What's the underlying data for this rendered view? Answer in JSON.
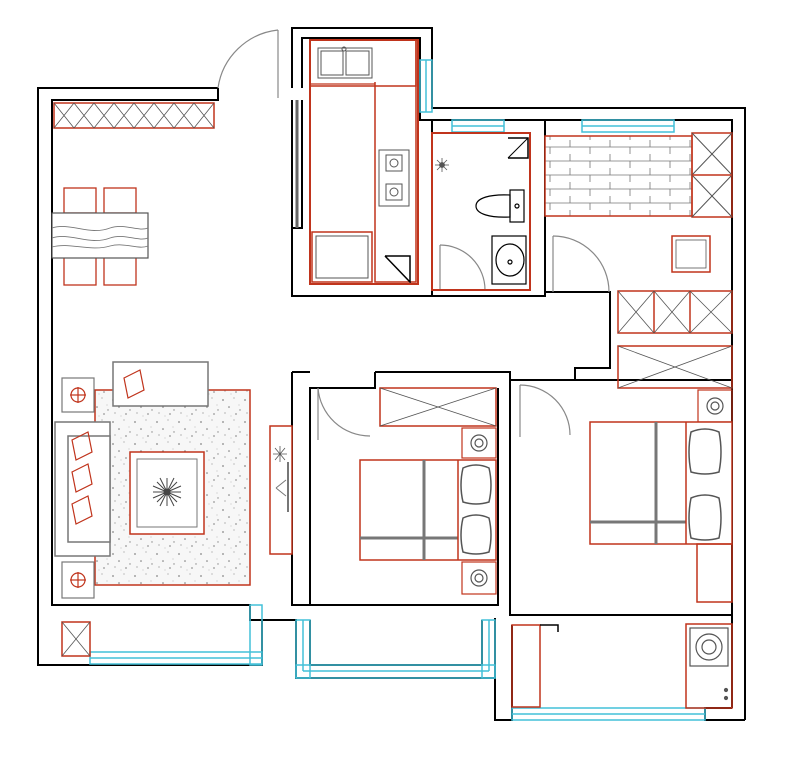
{
  "colors": {
    "wall": "#000000",
    "furniture": "#c0341c",
    "window": "#42c0d8",
    "fixture": "#555555",
    "rug": "#777777",
    "background": "#ffffff"
  },
  "rooms": [
    {
      "id": "living-dining",
      "name": ""
    },
    {
      "id": "kitchen",
      "name": ""
    },
    {
      "id": "bathroom",
      "name": ""
    },
    {
      "id": "study",
      "name": ""
    },
    {
      "id": "bedroom-secondary",
      "name": ""
    },
    {
      "id": "bedroom-master",
      "name": ""
    },
    {
      "id": "balcony-south",
      "name": ""
    },
    {
      "id": "balcony-laundry",
      "name": ""
    }
  ],
  "icons": [
    "door-swing-icon",
    "sink-icon",
    "stove-icon",
    "toilet-icon",
    "washbasin-icon",
    "shower-icon",
    "bed-icon",
    "pillow-icon",
    "lamp-icon",
    "sofa-icon",
    "dining-table-icon",
    "chair-icon",
    "wardrobe-icon",
    "tv-cabinet-icon",
    "washing-machine-icon",
    "plant-icon"
  ]
}
